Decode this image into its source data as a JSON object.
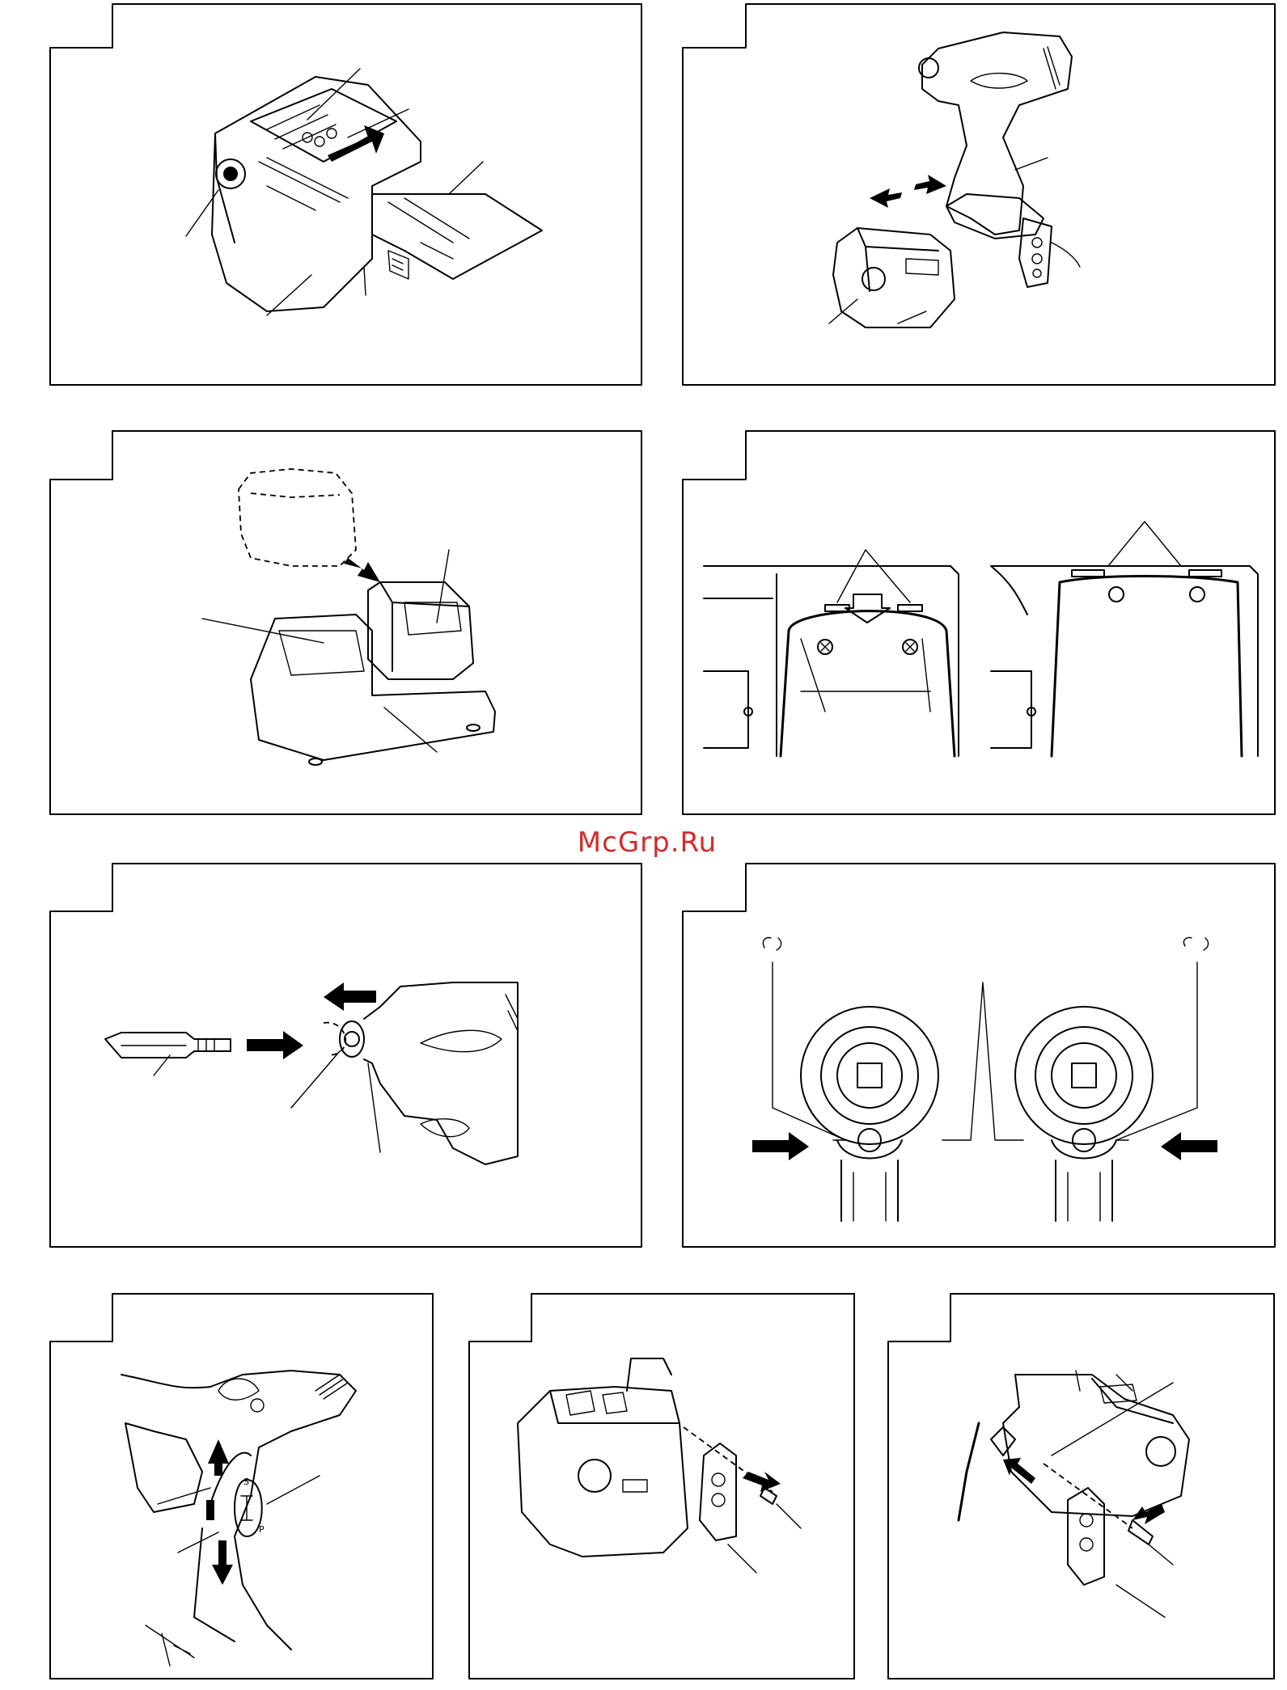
{
  "watermark": {
    "text": "McGrp.Ru"
  },
  "switch_marks": {
    "upper": "S",
    "lower": "P"
  },
  "colors": {
    "line": "#000000",
    "background": "#ffffff",
    "watermark": "#d22c2c"
  },
  "figures": [
    {
      "id": "battery-charger-terminal"
    },
    {
      "id": "battery-removal-tool"
    },
    {
      "id": "battery-on-charger"
    },
    {
      "id": "belt-hook-slots"
    },
    {
      "id": "bit-insertion"
    },
    {
      "id": "rotation-direction-push-button"
    },
    {
      "id": "mode-switch-lever"
    },
    {
      "id": "hook-removal"
    },
    {
      "id": "hook-attachment"
    }
  ]
}
